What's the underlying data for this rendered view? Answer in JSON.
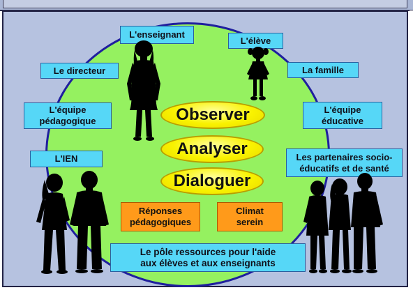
{
  "labels": {
    "enseignant": "L'enseignant",
    "eleve": "L'élève",
    "directeur": "Le directeur",
    "famille": "La famille",
    "equipe_pedagogique": "L'équipe\npédagogique",
    "equipe_educative": "L'équipe\néducative",
    "ien": "L'IEN",
    "partenaires": "Les partenaires socio-\néducatifs et de santé",
    "pole": "Le pôle ressources pour l'aide\naux élèves et aux enseignants"
  },
  "verbs": {
    "observer": "Observer",
    "analyser": "Analyser",
    "dialoguer": "Dialoguer"
  },
  "outcomes": {
    "reponses": "Réponses\npédagogiques",
    "climat": "Climat\nserein"
  },
  "colors": {
    "panel": "#b6c2e0",
    "circle": "#95f160",
    "circle_border": "#1f1f9e",
    "label_box": "#56d7f7",
    "verb_fill": "#f9f200",
    "outcome_box": "#ff9a1a",
    "silhouette": "#000000"
  },
  "icons": {
    "teacher": "woman-silhouette-icon",
    "pupil": "girl-silhouette-icon",
    "left_group": "two-people-silhouette-icon",
    "right_group": "three-people-silhouette-icon"
  }
}
